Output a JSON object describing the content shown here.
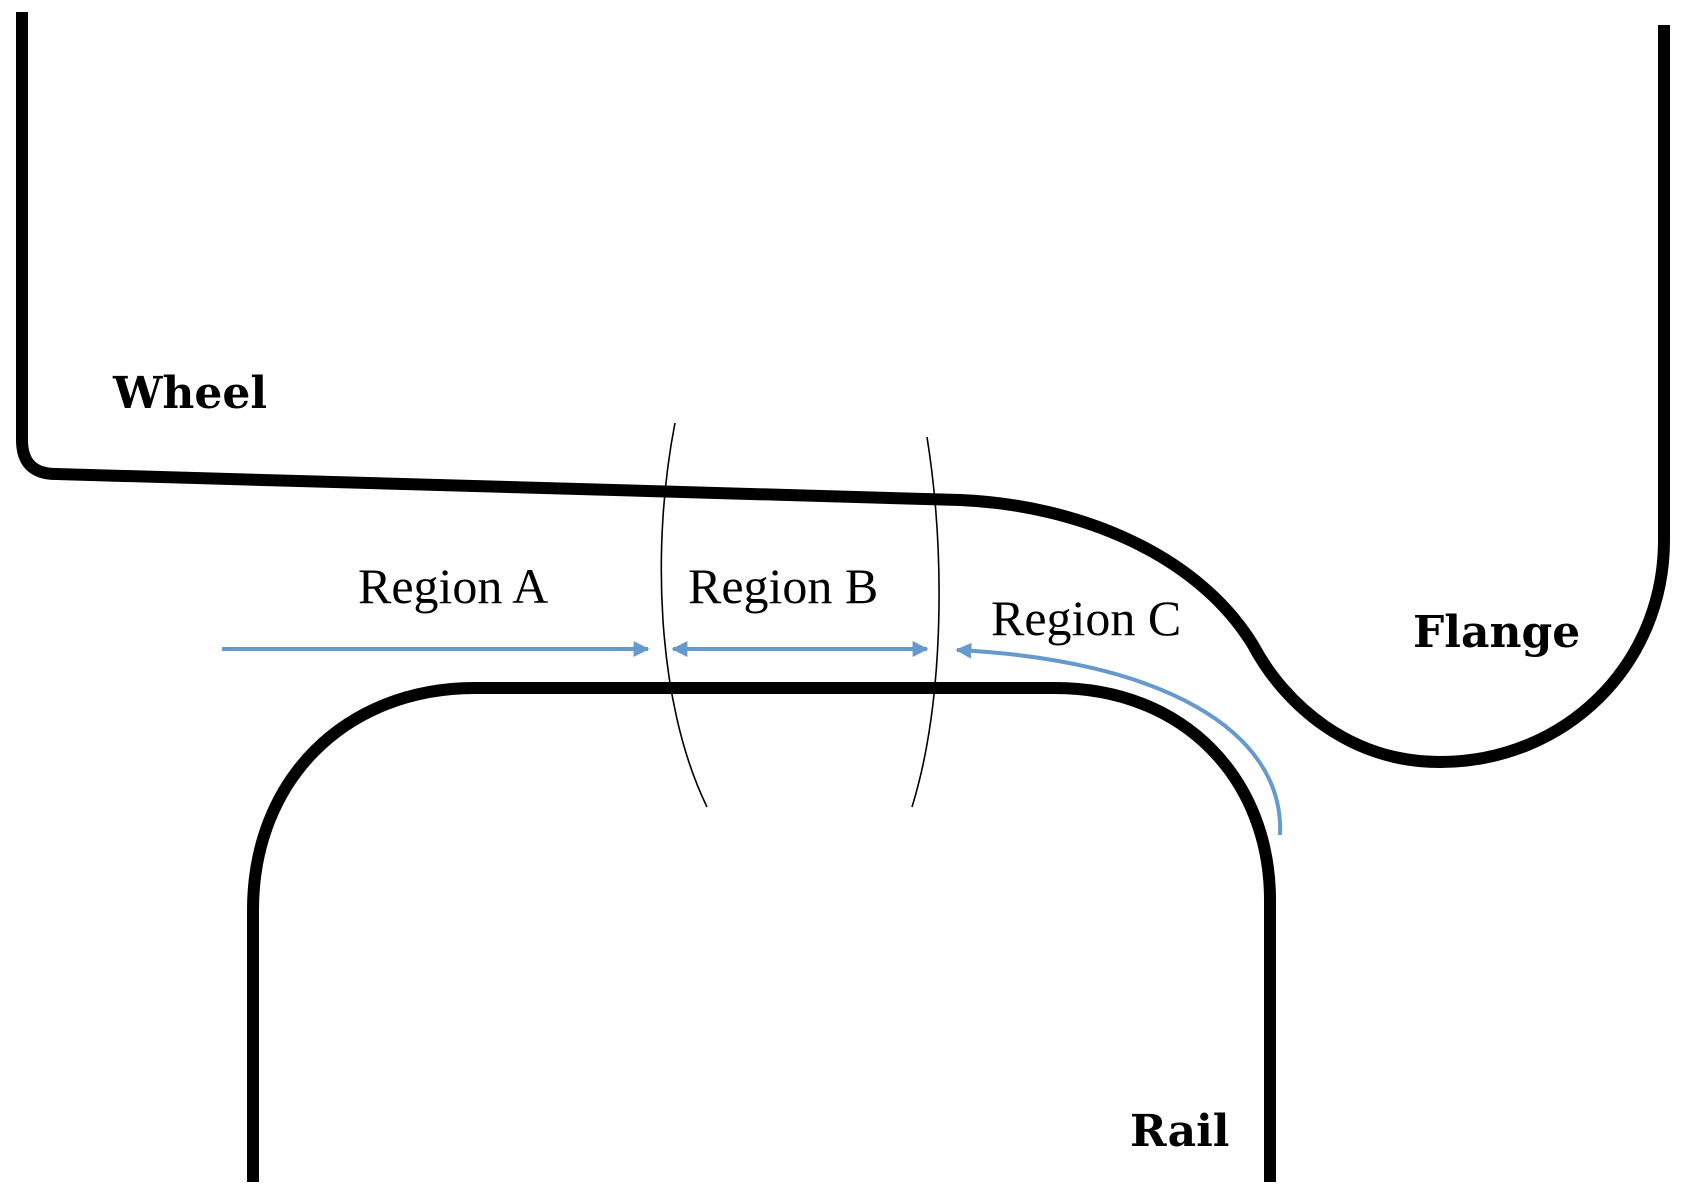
{
  "labels": {
    "wheel": "Wheel",
    "flange": "Flange",
    "rail": "Rail",
    "region_a": "Region A",
    "region_b": "Region B",
    "region_c": "Region C"
  },
  "colors": {
    "profile": "#000000",
    "arrow": "#6699cc",
    "boundary": "#000000"
  }
}
